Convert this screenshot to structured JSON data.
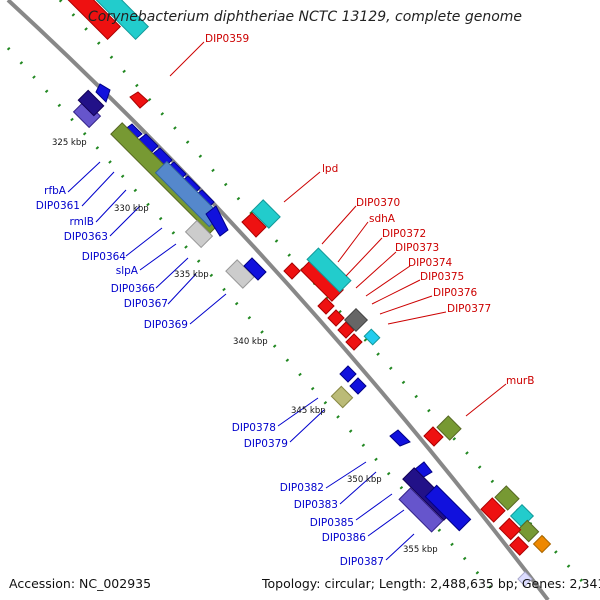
{
  "title": "Corynebacterium diphtheriae NCTC 13129, complete genome",
  "accession": "Accession: NC_002935",
  "topology": "Topology: circular; Length: 2,488,635 bp; Genes: 2,341",
  "colors": {
    "red": "#ee1111",
    "cyan": "#22cccc",
    "blue": "#1111dd",
    "navy": "#221188",
    "purple": "#6655cc",
    "olive": "#779933",
    "steel": "#5588cc",
    "grey": "#bbbbbb",
    "darkgrey": "#666666",
    "khaki": "#bbbb77",
    "orange": "#ee8800",
    "green": "#33aa33",
    "forward_label": "#cc0000",
    "reverse_label": "#0000cc",
    "tick": "#228822"
  },
  "scale_labels": [
    "325 kbp",
    "330 kbp",
    "335 kbp",
    "340 kbp",
    "345 kbp",
    "350 kbp",
    "355 kbp"
  ],
  "forward_labels": [
    "DIP0359",
    "lpd",
    "DIP0370",
    "sdhA",
    "DIP0372",
    "DIP0373",
    "DIP0374",
    "DIP0375",
    "DIP0376",
    "DIP0377",
    "murB"
  ],
  "reverse_labels": [
    "rfbA",
    "DIP0361",
    "rmlB",
    "DIP0363",
    "DIP0364",
    "slpA",
    "DIP0366",
    "DIP0367",
    "DIP0369",
    "DIP0378",
    "DIP0379",
    "DIP0382",
    "DIP0383",
    "DIP0385",
    "DIP0386",
    "DIP0387"
  ]
}
